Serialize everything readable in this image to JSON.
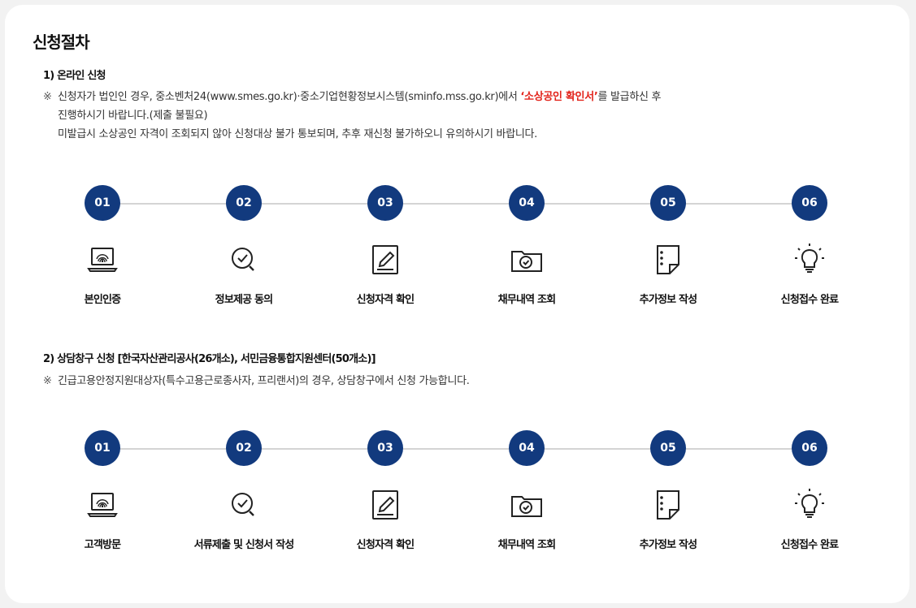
{
  "title": "신청절차",
  "online": {
    "heading": "1) 온라인 신청",
    "note_mark": "※",
    "note_line1_pre": "신청자가 법인인 경우, 중소벤처24(www.smes.go.kr)·중소기업현황정보시스템(sminfo.mss.go.kr)에서 ",
    "note_line1_highlight": "‘소상공인 확인서’",
    "note_line1_post": "를 발급하신 후",
    "note_line2": "진행하시기 바랍니다.(제출 불필요)",
    "note_line3": "미발급시 소상공인 자격이 조회되지 않아 신청대상 불가 통보되며, 추후 재신청 불가하오니 유의하시기 바랍니다.",
    "steps": [
      {
        "num": "01",
        "label": "본인인증",
        "icon": "laptop-fingerprint-icon"
      },
      {
        "num": "02",
        "label": "정보제공 동의",
        "icon": "magnifier-check-icon"
      },
      {
        "num": "03",
        "label": "신청자격 확인",
        "icon": "document-pen-icon"
      },
      {
        "num": "04",
        "label": "채무내역 조회",
        "icon": "folder-check-icon"
      },
      {
        "num": "05",
        "label": "추가정보 작성",
        "icon": "note-page-icon"
      },
      {
        "num": "06",
        "label": "신청접수 완료",
        "icon": "lightbulb-icon"
      }
    ]
  },
  "counter": {
    "heading": "2) 상담창구 신청 [한국자산관리공사(26개소), 서민금융통합지원센터(50개소)]",
    "note_mark": "※",
    "note_line1": "긴급고용안정지원대상자(특수고용근로종사자, 프리랜서)의 경우, 상담창구에서 신청 가능합니다.",
    "steps": [
      {
        "num": "01",
        "label": "고객방문",
        "icon": "laptop-fingerprint-icon"
      },
      {
        "num": "02",
        "label": "서류제출 및 신청서 작성",
        "icon": "magnifier-check-icon"
      },
      {
        "num": "03",
        "label": "신청자격 확인",
        "icon": "document-pen-icon"
      },
      {
        "num": "04",
        "label": "채무내역 조회",
        "icon": "folder-check-icon"
      },
      {
        "num": "05",
        "label": "추가정보 작성",
        "icon": "note-page-icon"
      },
      {
        "num": "06",
        "label": "신청접수 완료",
        "icon": "lightbulb-icon"
      }
    ]
  },
  "colors": {
    "step_circle": "#123a7e",
    "highlight": "#e2231a",
    "track": "#d4d4d4"
  }
}
